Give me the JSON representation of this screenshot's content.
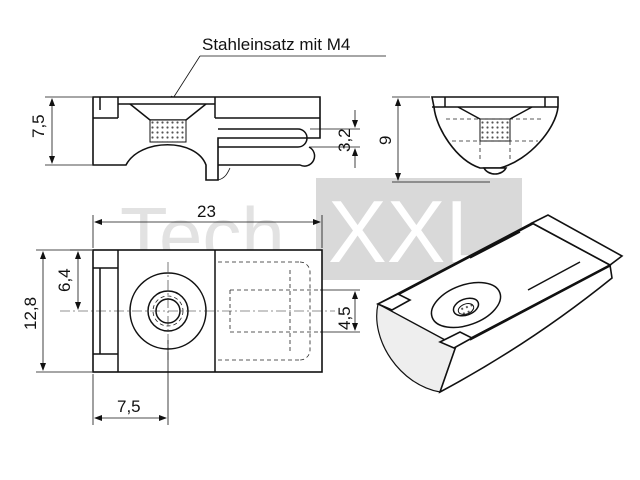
{
  "watermark": {
    "part1": "Tech",
    "part2": "XXL",
    "box_color": "#d9d9d9",
    "text_color": "#e2e2e2"
  },
  "label": {
    "text": "Stahleinsatz mit M4"
  },
  "dimensions": {
    "top_height": "7,5",
    "slot_height": "3,2",
    "side_height": "9",
    "total_length": "23",
    "total_width": "12,8",
    "half_width": "6,4",
    "slot_width": "4,5",
    "hole_offset": "7,5"
  }
}
